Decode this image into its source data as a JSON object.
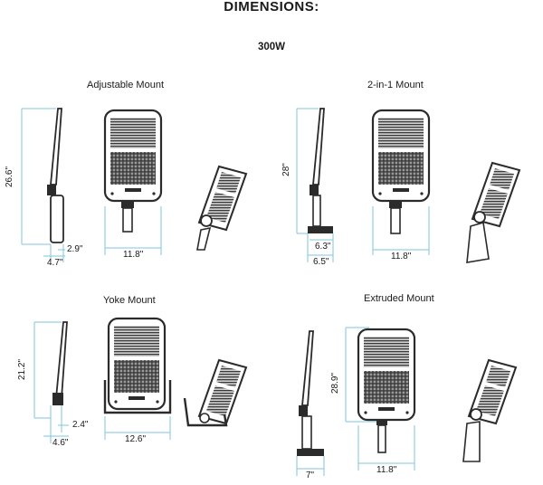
{
  "header": {
    "title": "DIMENSIONS:",
    "wattage": "300W"
  },
  "mounts": [
    {
      "name": "Adjustable Mount",
      "height": "26.6\"",
      "arm_offset": "2.9\"",
      "depth": "4.7\"",
      "width": "11.8\""
    },
    {
      "name": "2-in-1 Mount",
      "height": "28\"",
      "bracket_inner": "6.3\"",
      "bracket_outer": "6.5\"",
      "width": "11.8\""
    },
    {
      "name": "Yoke Mount",
      "height": "21.2\"",
      "arm_offset": "2.4\"",
      "depth": "4.6\"",
      "width": "12.6\""
    },
    {
      "name": "Extruded Mount",
      "height": "28.9\"",
      "depth": "7\"",
      "width": "11.8\""
    }
  ],
  "colors": {
    "dimension_line": "#7fc4de",
    "fixture_dark": "#2b2b2b",
    "fixture_light": "#9a9a9a"
  }
}
